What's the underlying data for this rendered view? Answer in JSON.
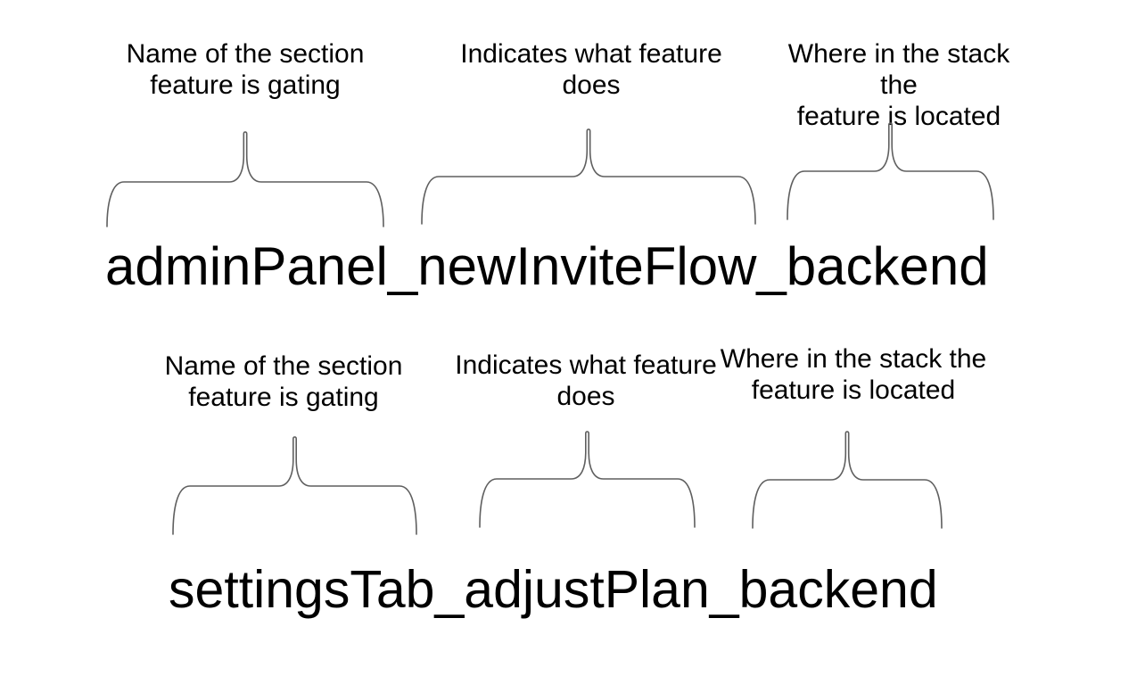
{
  "colors": {
    "background": "#ffffff",
    "text": "#000000",
    "brace": "#5f5f5f"
  },
  "examples": [
    {
      "flag_name": "adminPanel_newInviteFlow_backend",
      "annotations": [
        "Name of the section\nfeature is gating",
        "Indicates what feature\ndoes",
        "Where in the stack the\nfeature is located"
      ]
    },
    {
      "flag_name": "settingsTab_adjustPlan_backend",
      "annotations": [
        "Name of the section\nfeature is gating",
        "Indicates what feature\ndoes",
        "Where in the stack the\nfeature is located"
      ]
    }
  ]
}
